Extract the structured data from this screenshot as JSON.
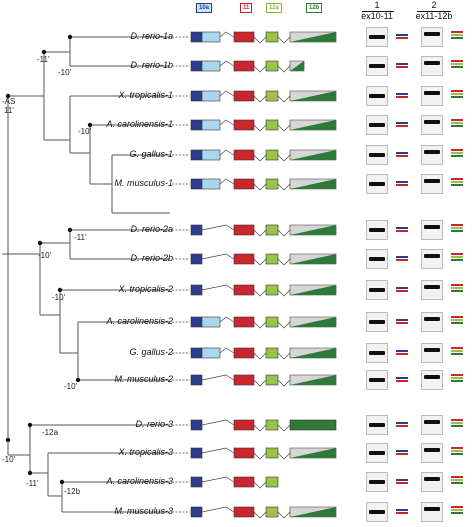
{
  "header": {
    "exon_labels": [
      {
        "text": "10a",
        "color": "#2a3a8c",
        "bg": "#c7e6f2"
      },
      {
        "text": "11",
        "color": "#c0222b",
        "bg": "#ffffff"
      },
      {
        "text": "12a",
        "color": "#8ab33a",
        "bg": "#ffffff"
      },
      {
        "text": "12b",
        "color": "#2f7a3a",
        "bg": "#ffffff"
      }
    ],
    "lanes": [
      {
        "number": "1",
        "label": "ex10-11"
      },
      {
        "number": "2",
        "label": "ex11-12b"
      }
    ]
  },
  "colors": {
    "exon10": "#2e3e8f",
    "exon10a": "#a9d8ee",
    "exon11": "#c9262e",
    "exon12a": "#99c24a",
    "exon12b": "#2f7a3a",
    "tail": "#d6d6d6"
  },
  "rows": [
    {
      "name": "D. rerio-1a",
      "gene": "full"
    },
    {
      "name": "D. rerio-1b",
      "gene": "short"
    },
    {
      "name": "X. tropicalis-1",
      "gene": "full"
    },
    {
      "name": "A. carolinensis-1",
      "gene": "full"
    },
    {
      "name": "G. gallus-1",
      "gene": "full"
    },
    {
      "name": "M. musculus-1",
      "gene": "full"
    },
    {
      "name": "D. rerio-2a",
      "gene": "noalt"
    },
    {
      "name": "D. rerio-2b",
      "gene": "noalt"
    },
    {
      "name": "X. tropicalis-2",
      "gene": "noalt"
    },
    {
      "name": "A. carolinensis-2",
      "gene": "full"
    },
    {
      "name": "G. gallus-2",
      "gene": "full"
    },
    {
      "name": "M. musculus-2",
      "gene": "noalt"
    },
    {
      "name": "D. rerio-3",
      "gene": "long12b"
    },
    {
      "name": "X. tropicalis-3",
      "gene": "noalt"
    },
    {
      "name": "A. carolinensis-3",
      "gene": "trunc"
    },
    {
      "name": "M. musculus-3",
      "gene": "noalt"
    }
  ],
  "tree_events": [
    {
      "label": "-11'"
    },
    {
      "label": "-10'"
    },
    {
      "label": "-AS"
    },
    {
      "label": "11'"
    },
    {
      "label": "-10'"
    },
    {
      "label": "-11'"
    },
    {
      "label": "-10'"
    },
    {
      "label": "-10'"
    },
    {
      "label": "-10'"
    },
    {
      "label": "-12a"
    },
    {
      "label": "-10'"
    },
    {
      "label": "-11'"
    },
    {
      "label": "-12b"
    }
  ]
}
